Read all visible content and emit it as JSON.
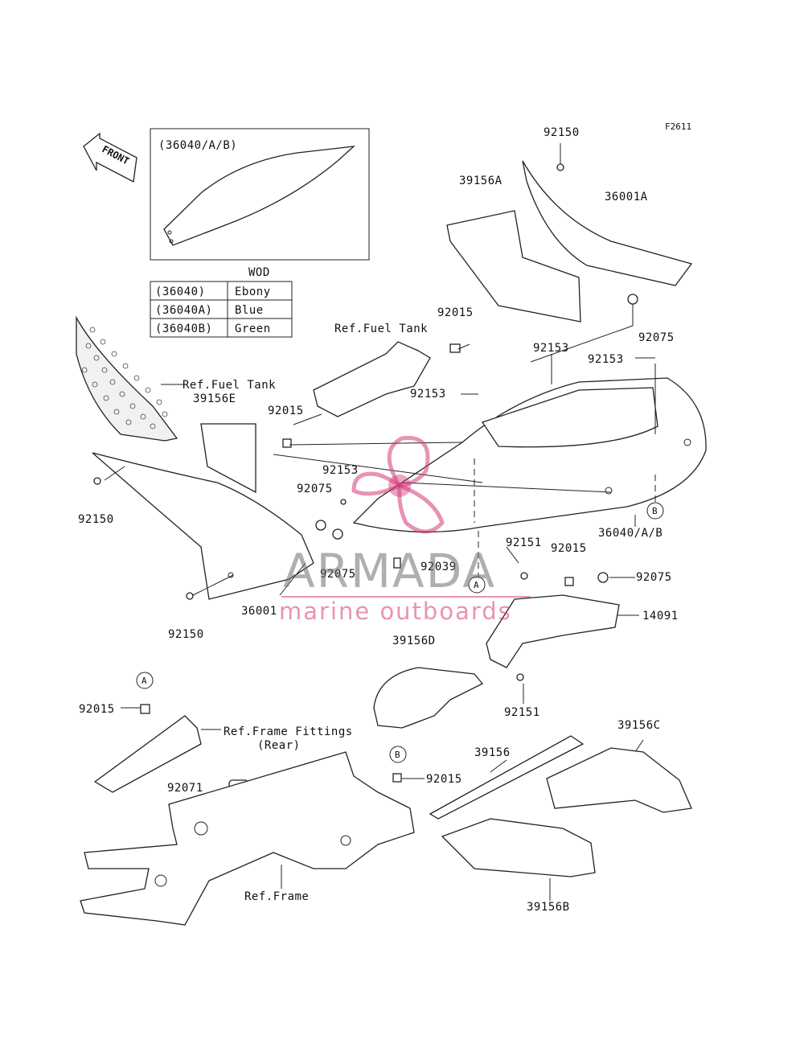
{
  "figure_code": "F2611",
  "front_label": "FRONT",
  "inset_label": "(36040/A/B)",
  "color_table": {
    "header": "WOD",
    "rows": [
      {
        "code": "(36040)",
        "color": "Ebony"
      },
      {
        "code": "(36040A)",
        "color": "Blue"
      },
      {
        "code": "(36040B)",
        "color": "Green"
      }
    ]
  },
  "part_labels": {
    "p92150_top": "92150",
    "p39156A": "39156A",
    "p36001A": "36001A",
    "p92075_top": "92075",
    "p92015_a": "92015",
    "ref_fuel_tank_1": "Ref.Fuel Tank",
    "p92153_a": "92153",
    "p92153_b": "92153",
    "p92153_c": "92153",
    "ref_fuel_tank_2": "Ref.Fuel Tank",
    "p39156E": "39156E",
    "p92015_b": "92015",
    "p92153_d": "92153",
    "p92150_left": "92150",
    "p92075_left": "92075",
    "p92075_mid": "92075",
    "p36001": "36001",
    "p92039": "92039",
    "p92150_bottom": "92150",
    "p36040AB": "36040/A/B",
    "p92151_a": "92151",
    "p92015_c": "92015",
    "p92075_right": "92075",
    "p14091": "14091",
    "p39156D": "39156D",
    "p92151_b": "92151",
    "p92015_d": "92015",
    "ref_frame_fittings": "Ref.Frame Fittings",
    "ref_frame_fittings_2": "(Rear)",
    "p92071": "92071",
    "p92015_e": "92015",
    "p39156": "39156",
    "p39156C": "39156C",
    "ref_frame": "Ref.Frame",
    "p39156B": "39156B"
  },
  "callouts": {
    "a1": "A",
    "a2": "A",
    "b1": "B",
    "b2": "B"
  },
  "watermark": {
    "brand": "ARMADA",
    "tagline": "marine outboards",
    "accent_color": "#d23a7a",
    "brand_color": "#6e6e6e"
  }
}
